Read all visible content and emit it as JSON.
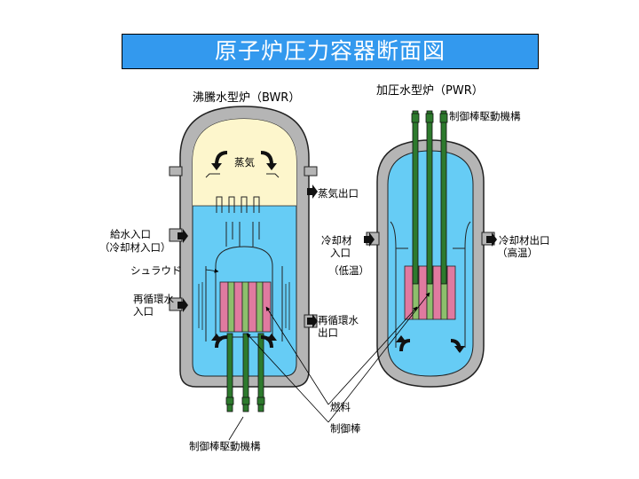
{
  "title": "原子炉圧力容器断面図",
  "bwr": {
    "heading": "沸騰水型炉（BWR）",
    "steam": "蒸気",
    "steam_outlet": "蒸気出口",
    "feedwater_inlet_1": "給水入口",
    "feedwater_inlet_2": "（冷却材入口）",
    "shroud": "シュラウド",
    "recirc_inlet_1": "再循環水",
    "recirc_inlet_2": "入口",
    "recirc_outlet_1": "再循環水",
    "recirc_outlet_2": "出口",
    "fuel": "燃料",
    "control_rod": "制御棒",
    "drive_mechanism": "制御棒駆動機構"
  },
  "pwr": {
    "heading": "加圧水型炉（PWR）",
    "drive_mechanism": "制御棒駆動機構",
    "coolant_inlet_1": "冷却材",
    "coolant_inlet_2": "入口",
    "low_temp": "（低温）",
    "coolant_outlet_1": "冷却材出口",
    "coolant_outlet_2": "（高温）"
  },
  "colors": {
    "title_bg": "#3399ee",
    "vessel_wall": "#b5b5b5",
    "water": "#66ccf5",
    "steam_zone": "#fdf6cc",
    "fuel_pink": "#e07aa0",
    "fuel_green": "#8dbf6c",
    "rod_green": "#2d7a2d"
  }
}
